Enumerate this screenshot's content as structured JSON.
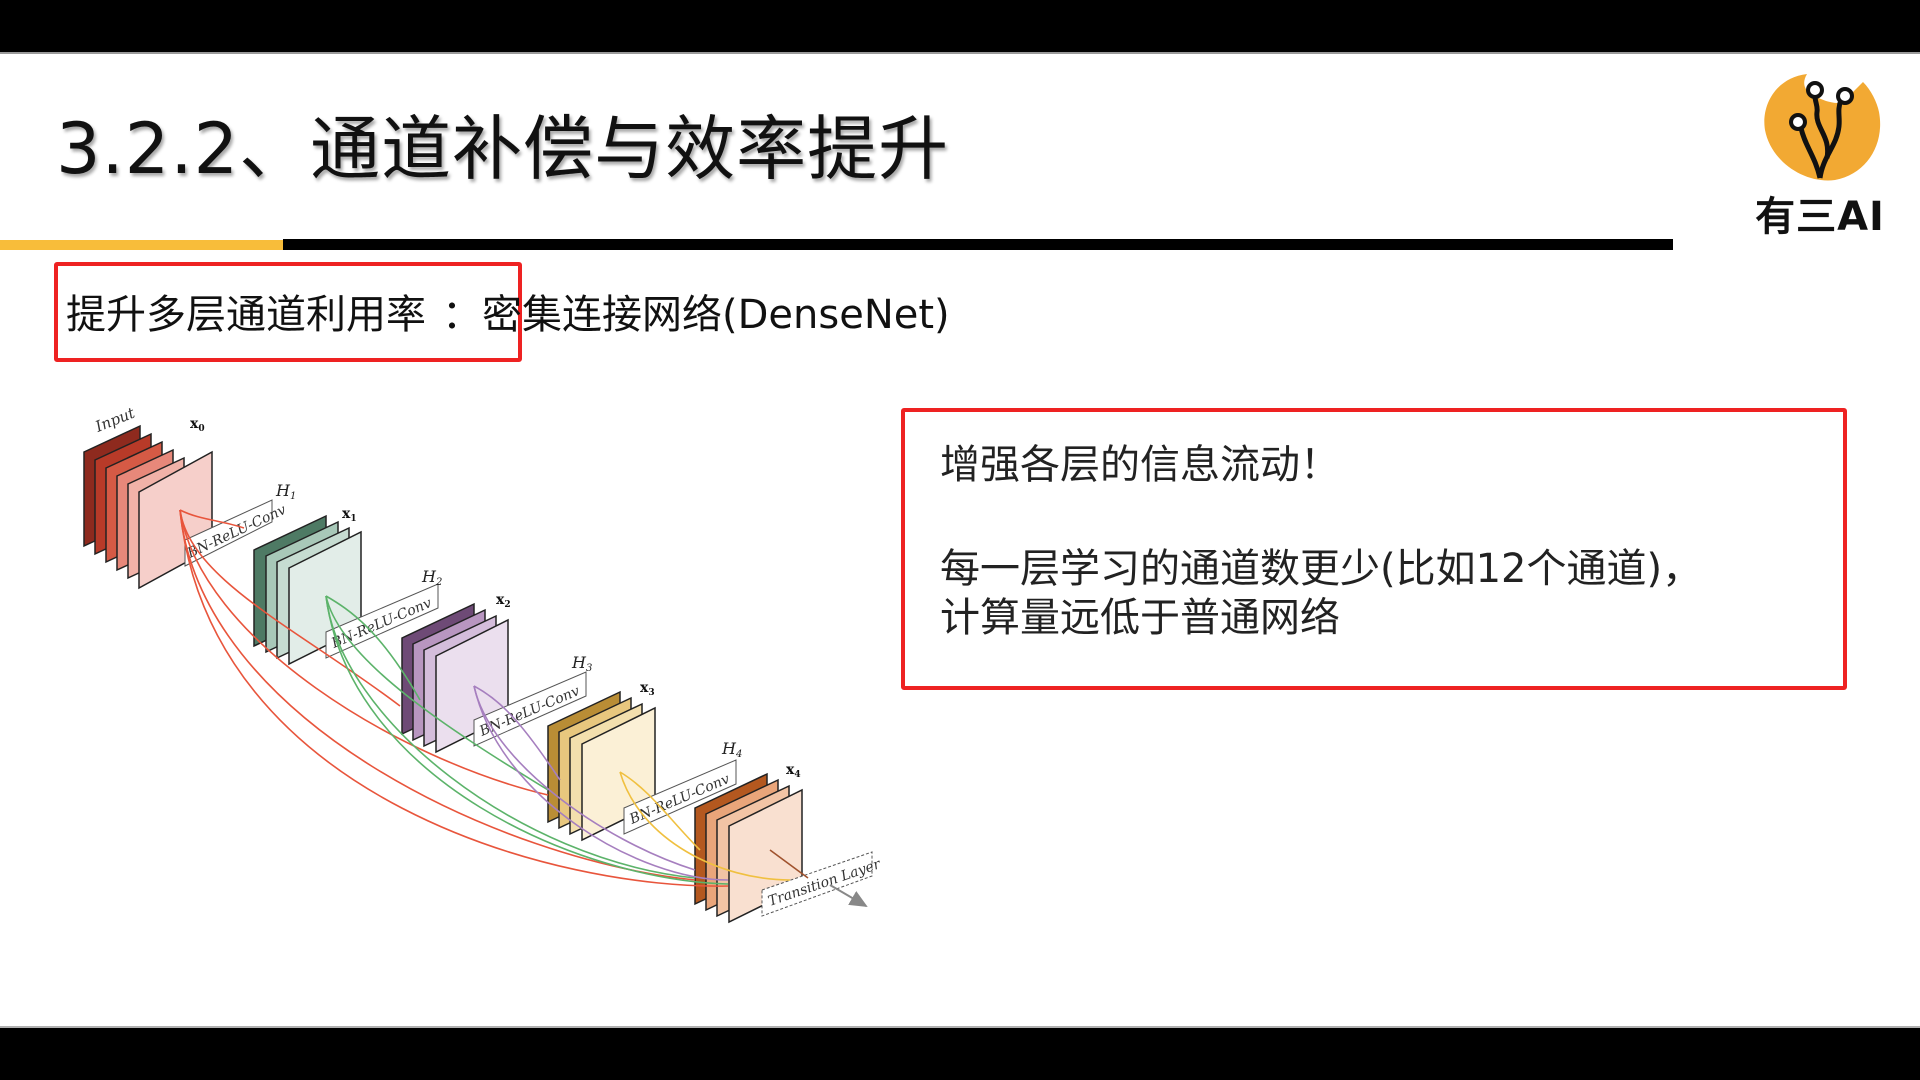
{
  "slide": {
    "title": "3.2.2、通道补偿与效率提升",
    "logo": {
      "icon": "tree-circuit-logo-icon",
      "text": "有三AI",
      "color": "#f2a933"
    },
    "subtitle": {
      "highlight": "提升多层通道利用率",
      "rest": "：密集连接网络(DenseNet)"
    },
    "info_box": {
      "lines": [
        "增强各层的信息流动！",
        "每一层学习的通道数更少(比如12个通道)，",
        "计算量远低于普通网络"
      ]
    },
    "colors": {
      "accent_yellow": "#f8bd3a",
      "highlight_red": "#ee2222",
      "rule_black": "#000000"
    }
  },
  "diagram": {
    "input_label": "Input",
    "blocks": [
      {
        "id": "x0",
        "label": "x",
        "sub": "0",
        "colors": [
          "#8e2a1e",
          "#b83a28",
          "#d55a45",
          "#e7887a",
          "#f1b2a8",
          "#f6cfca"
        ]
      },
      {
        "id": "x1",
        "label": "x",
        "sub": "1",
        "h_label": "H",
        "h_sub": "1",
        "conv_label": "BN-ReLU-Conv",
        "colors": [
          "#4e7a64",
          "#a8c8b8",
          "#c6dcd1",
          "#e2ede8"
        ]
      },
      {
        "id": "x2",
        "label": "x",
        "sub": "2",
        "h_label": "H",
        "h_sub": "2",
        "conv_label": "BN-ReLU-Conv",
        "colors": [
          "#6e4a76",
          "#b896c0",
          "#d4bddb",
          "#ebdfee"
        ]
      },
      {
        "id": "x3",
        "label": "x",
        "sub": "3",
        "h_label": "H",
        "h_sub": "3",
        "conv_label": "BN-ReLU-Conv",
        "colors": [
          "#b98d35",
          "#e8c77e",
          "#f3dfad",
          "#fbf0d6"
        ]
      },
      {
        "id": "x4",
        "label": "x",
        "sub": "4",
        "h_label": "H",
        "h_sub": "4",
        "conv_label": "BN-ReLU-Conv",
        "colors": [
          "#b4581f",
          "#e9a57a",
          "#f2c4a5",
          "#f9e0d0"
        ]
      }
    ],
    "transition_label": "Transition Layer",
    "arc_colors": {
      "from_x0": "#e8553c",
      "from_x1": "#5cb36a",
      "from_x2": "#a67fbf",
      "from_x3": "#f0c040",
      "from_x4": "#a0522d"
    }
  }
}
